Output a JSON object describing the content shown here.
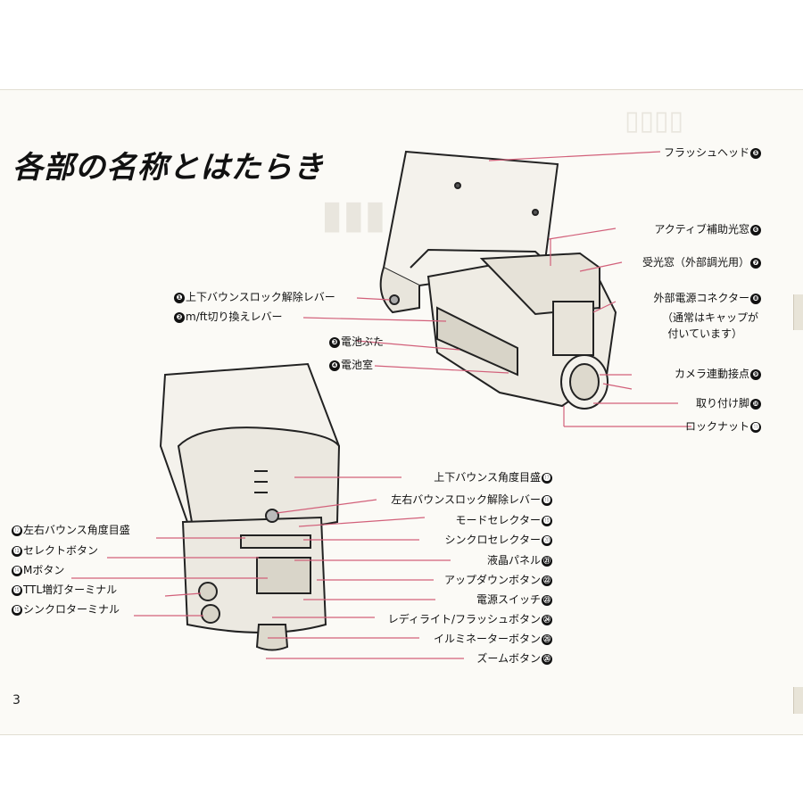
{
  "page": {
    "title": "各部の名称とはたらき",
    "page_number": "3"
  },
  "labels_left": [
    {
      "num": "❶",
      "text": "上下バウンスロック解除レバー"
    },
    {
      "num": "❷",
      "text": "m/ft切り換えレバー"
    },
    {
      "num": "❸",
      "text": "電池ぶた"
    },
    {
      "num": "❹",
      "text": "電池室"
    },
    {
      "num": "⓬",
      "text": "左右バウンス角度目盛"
    },
    {
      "num": "⓭",
      "text": "セレクトボタン"
    },
    {
      "num": "⓮",
      "text": "Mボタン"
    },
    {
      "num": "⓯",
      "text": "TTL増灯ターミナル"
    },
    {
      "num": "⓰",
      "text": "シンクロターミナル"
    }
  ],
  "labels_right": [
    {
      "num": "❺",
      "text": "フラッシュヘッド"
    },
    {
      "num": "❻",
      "text": "アクティブ補助光窓"
    },
    {
      "num": "❼",
      "text": "受光窓（外部調光用）"
    },
    {
      "num": "❽",
      "text": "外部電源コネクター"
    },
    {
      "num": "",
      "text": "（通常はキャップが"
    },
    {
      "num": "",
      "text": "付いています）"
    },
    {
      "num": "❾",
      "text": "カメラ連動接点"
    },
    {
      "num": "❿",
      "text": "取り付け脚"
    },
    {
      "num": "⓫",
      "text": "ロックナット"
    },
    {
      "num": "⓱",
      "text": "上下バウンス角度目盛"
    },
    {
      "num": "⓲",
      "text": "左右バウンスロック解除レバー"
    },
    {
      "num": "⓳",
      "text": "モードセレクター"
    },
    {
      "num": "⓴",
      "text": "シンクロセレクター"
    },
    {
      "num": "㉑",
      "text": "液晶パネル"
    },
    {
      "num": "㉒",
      "text": "アップダウンボタン"
    },
    {
      "num": "㉓",
      "text": "電源スイッチ"
    },
    {
      "num": "㉔",
      "text": "レディライト/フラッシュボタン"
    },
    {
      "num": "㉕",
      "text": "イルミネーターボタン"
    },
    {
      "num": "㉖",
      "text": "ズームボタン"
    }
  ],
  "colors": {
    "leader_line": "#d2607a",
    "ink": "#111111"
  }
}
